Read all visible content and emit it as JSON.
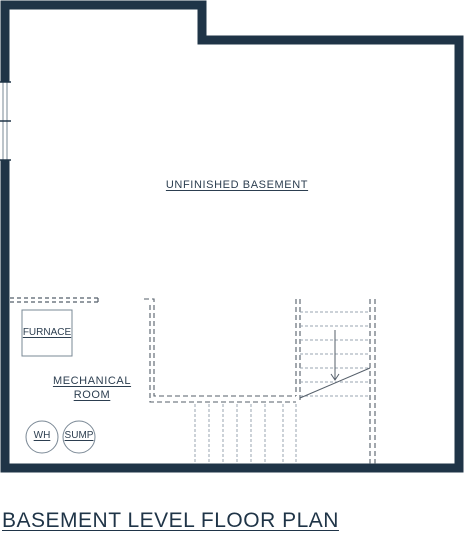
{
  "rooms": {
    "unfinished_basement": "UNFINISHED BASEMENT",
    "mechanical_room_line1": "MECHANICAL",
    "mechanical_room_line2": "ROOM"
  },
  "fixtures": {
    "furnace": "FURNACE",
    "water_heater": "WH",
    "sump": "SUMP"
  },
  "title": "BASEMENT LEVEL FLOOR PLAN",
  "colors": {
    "wall": "#1f3447",
    "line": "#7a8895",
    "text": "#2c3e50"
  }
}
